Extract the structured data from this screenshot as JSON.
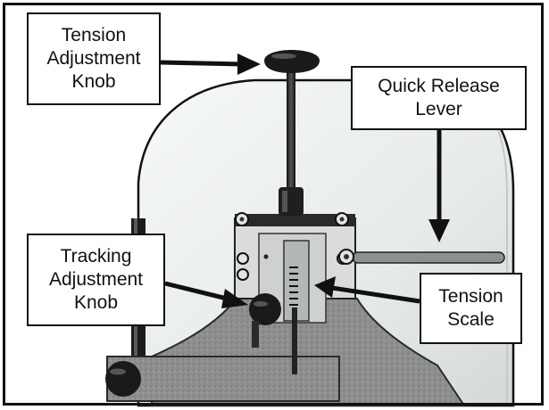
{
  "labels": {
    "tension_knob": [
      "Tension",
      "Adjustment",
      "Knob"
    ],
    "quick_release": [
      "Quick Release",
      "Lever"
    ],
    "tracking_knob": [
      "Tracking",
      "Adjustment",
      "Knob"
    ],
    "tension_scale": [
      "Tension",
      "Scale"
    ]
  },
  "colors": {
    "background": "#ffffff",
    "wheel_cover": "#e9ecec",
    "housing": "#8a8c8e",
    "metal_dark": "#2a2a2a",
    "outline": "#111111"
  }
}
